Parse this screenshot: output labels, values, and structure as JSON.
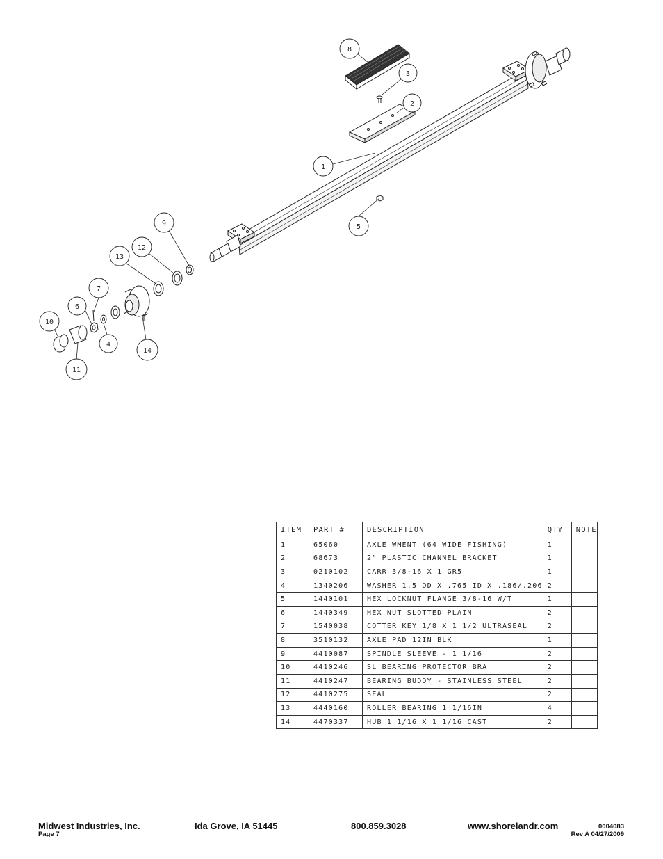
{
  "balloons": [
    {
      "label": "8"
    },
    {
      "label": "3"
    },
    {
      "label": "2"
    },
    {
      "label": "1"
    },
    {
      "label": "5"
    },
    {
      "label": "9"
    },
    {
      "label": "12"
    },
    {
      "label": "13"
    },
    {
      "label": "7"
    },
    {
      "label": "6"
    },
    {
      "label": "10"
    },
    {
      "label": "4"
    },
    {
      "label": "14"
    },
    {
      "label": "11"
    }
  ],
  "table": {
    "headers": {
      "item": "ITEM",
      "part": "PART #",
      "description": "DESCRIPTION",
      "qty": "QTY",
      "note": "NOTE"
    },
    "rows": [
      {
        "item": "1",
        "part": "65060",
        "description": "AXLE WMENT (64 WIDE FISHING)",
        "qty": "1",
        "note": ""
      },
      {
        "item": "2",
        "part": "68673",
        "description": "2\" PLASTIC CHANNEL BRACKET",
        "qty": "1",
        "note": ""
      },
      {
        "item": "3",
        "part": "0210102",
        "description": "CARR 3/8-16 X 1 GR5",
        "qty": "1",
        "note": ""
      },
      {
        "item": "4",
        "part": "1340206",
        "description": "WASHER 1.5 OD X .765 ID X .186/.206",
        "qty": "2",
        "note": ""
      },
      {
        "item": "5",
        "part": "1440101",
        "description": "HEX LOCKNUT FLANGE 3/8-16 W/T",
        "qty": "1",
        "note": ""
      },
      {
        "item": "6",
        "part": "1440349",
        "description": "HEX NUT SLOTTED PLAIN",
        "qty": "2",
        "note": ""
      },
      {
        "item": "7",
        "part": "1540038",
        "description": "COTTER KEY 1/8 X 1 1/2 ULTRASEAL",
        "qty": "2",
        "note": ""
      },
      {
        "item": "8",
        "part": "3510132",
        "description": "AXLE PAD 12IN  BLK",
        "qty": "1",
        "note": ""
      },
      {
        "item": "9",
        "part": "4410087",
        "description": "SPINDLE SLEEVE - 1 1/16",
        "qty": "2",
        "note": ""
      },
      {
        "item": "10",
        "part": "4410246",
        "description": "SL BEARING PROTECTOR BRA",
        "qty": "2",
        "note": ""
      },
      {
        "item": "11",
        "part": "4410247",
        "description": "BEARING BUDDY - STAINLESS STEEL",
        "qty": "2",
        "note": ""
      },
      {
        "item": "12",
        "part": "4410275",
        "description": "SEAL",
        "qty": "2",
        "note": ""
      },
      {
        "item": "13",
        "part": "4440160",
        "description": "ROLLER BEARING   1 1/16IN",
        "qty": "4",
        "note": ""
      },
      {
        "item": "14",
        "part": "4470337",
        "description": "HUB   1 1/16 X 1 1/16 CAST",
        "qty": "2",
        "note": ""
      }
    ]
  },
  "footer": {
    "company": "Midwest Industries, Inc.",
    "location": "Ida Grove, IA  51445",
    "phone": "800.859.3028",
    "website": "www.shorelandr.com",
    "doc_number": "0004083",
    "page": "Page 7",
    "revision": "Rev  A  04/27/2009"
  }
}
